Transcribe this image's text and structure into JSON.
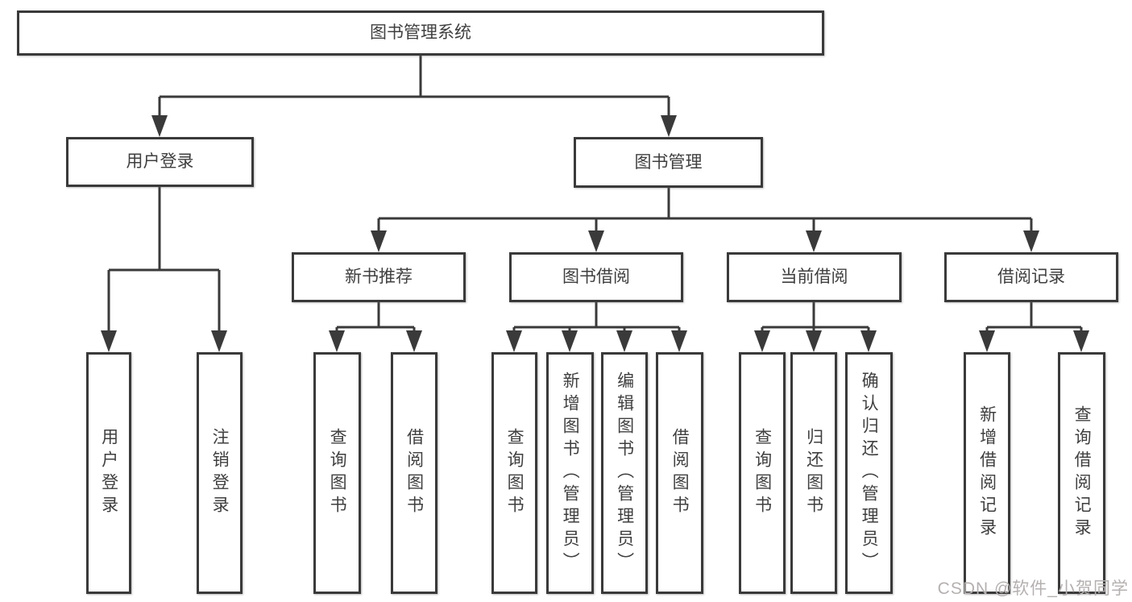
{
  "tree": {
    "label": "图书管理系统",
    "children": [
      {
        "label": "用户登录",
        "children": [
          {
            "label": "用户登录"
          },
          {
            "label": "注销登录"
          }
        ]
      },
      {
        "label": "图书管理",
        "children": [
          {
            "label": "新书推荐",
            "children": [
              {
                "label": "查询图书"
              },
              {
                "label": "借阅图书"
              }
            ]
          },
          {
            "label": "图书借阅",
            "children": [
              {
                "label": "查询图书"
              },
              {
                "label": "新增图书（管理员）"
              },
              {
                "label": "编辑图书（管理员）"
              },
              {
                "label": "借阅图书"
              }
            ]
          },
          {
            "label": "当前借阅",
            "children": [
              {
                "label": "查询图书"
              },
              {
                "label": "归还图书"
              },
              {
                "label": "确认归还（管理员）"
              }
            ]
          },
          {
            "label": "借阅记录",
            "children": [
              {
                "label": "新增借阅记录"
              },
              {
                "label": "查询借阅记录"
              }
            ]
          }
        ]
      }
    ]
  },
  "watermark": {
    "text": "CSDN @软件_小贺同学"
  },
  "colors": {
    "line": "#3a3a3a",
    "text": "#3f3f3f",
    "box_fill": "#ffffff",
    "background": "#ffffff",
    "watermark": "#b5b0b0"
  }
}
